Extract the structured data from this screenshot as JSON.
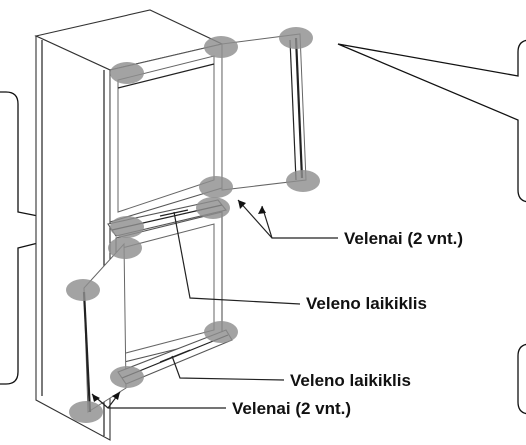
{
  "labels": {
    "shafts_top": "Velenai (2 vnt.)",
    "shaft_holder_top": "Veleno laikiklis",
    "shaft_holder_bottom": "Veleno laikiklis",
    "shafts_bottom": "Velenai (2 vnt.)"
  },
  "colors": {
    "highlight": "#8f8f8f",
    "outline": "#222222"
  }
}
